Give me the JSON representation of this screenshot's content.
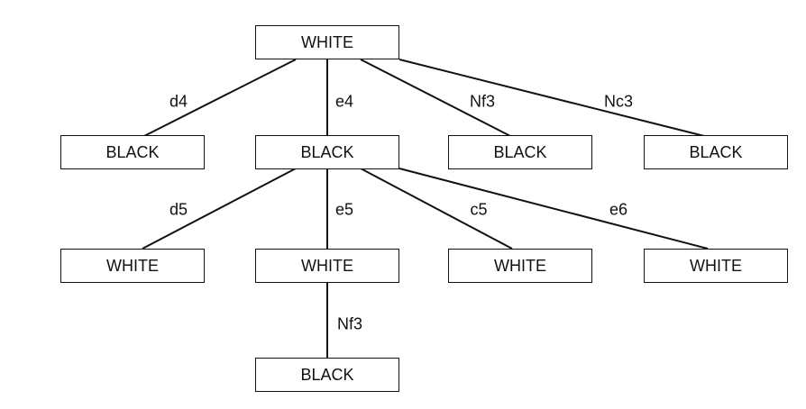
{
  "tree": {
    "root": "WHITE",
    "level1": [
      {
        "move": "d4",
        "label": "BLACK"
      },
      {
        "move": "e4",
        "label": "BLACK"
      },
      {
        "move": "Nf3",
        "label": "BLACK"
      },
      {
        "move": "Nc3",
        "label": "BLACK"
      }
    ],
    "level2": [
      {
        "move": "d5",
        "label": "WHITE"
      },
      {
        "move": "e5",
        "label": "WHITE"
      },
      {
        "move": "c5",
        "label": "WHITE"
      },
      {
        "move": "e6",
        "label": "WHITE"
      }
    ],
    "level3": [
      {
        "move": "Nf3",
        "label": "BLACK"
      }
    ]
  }
}
